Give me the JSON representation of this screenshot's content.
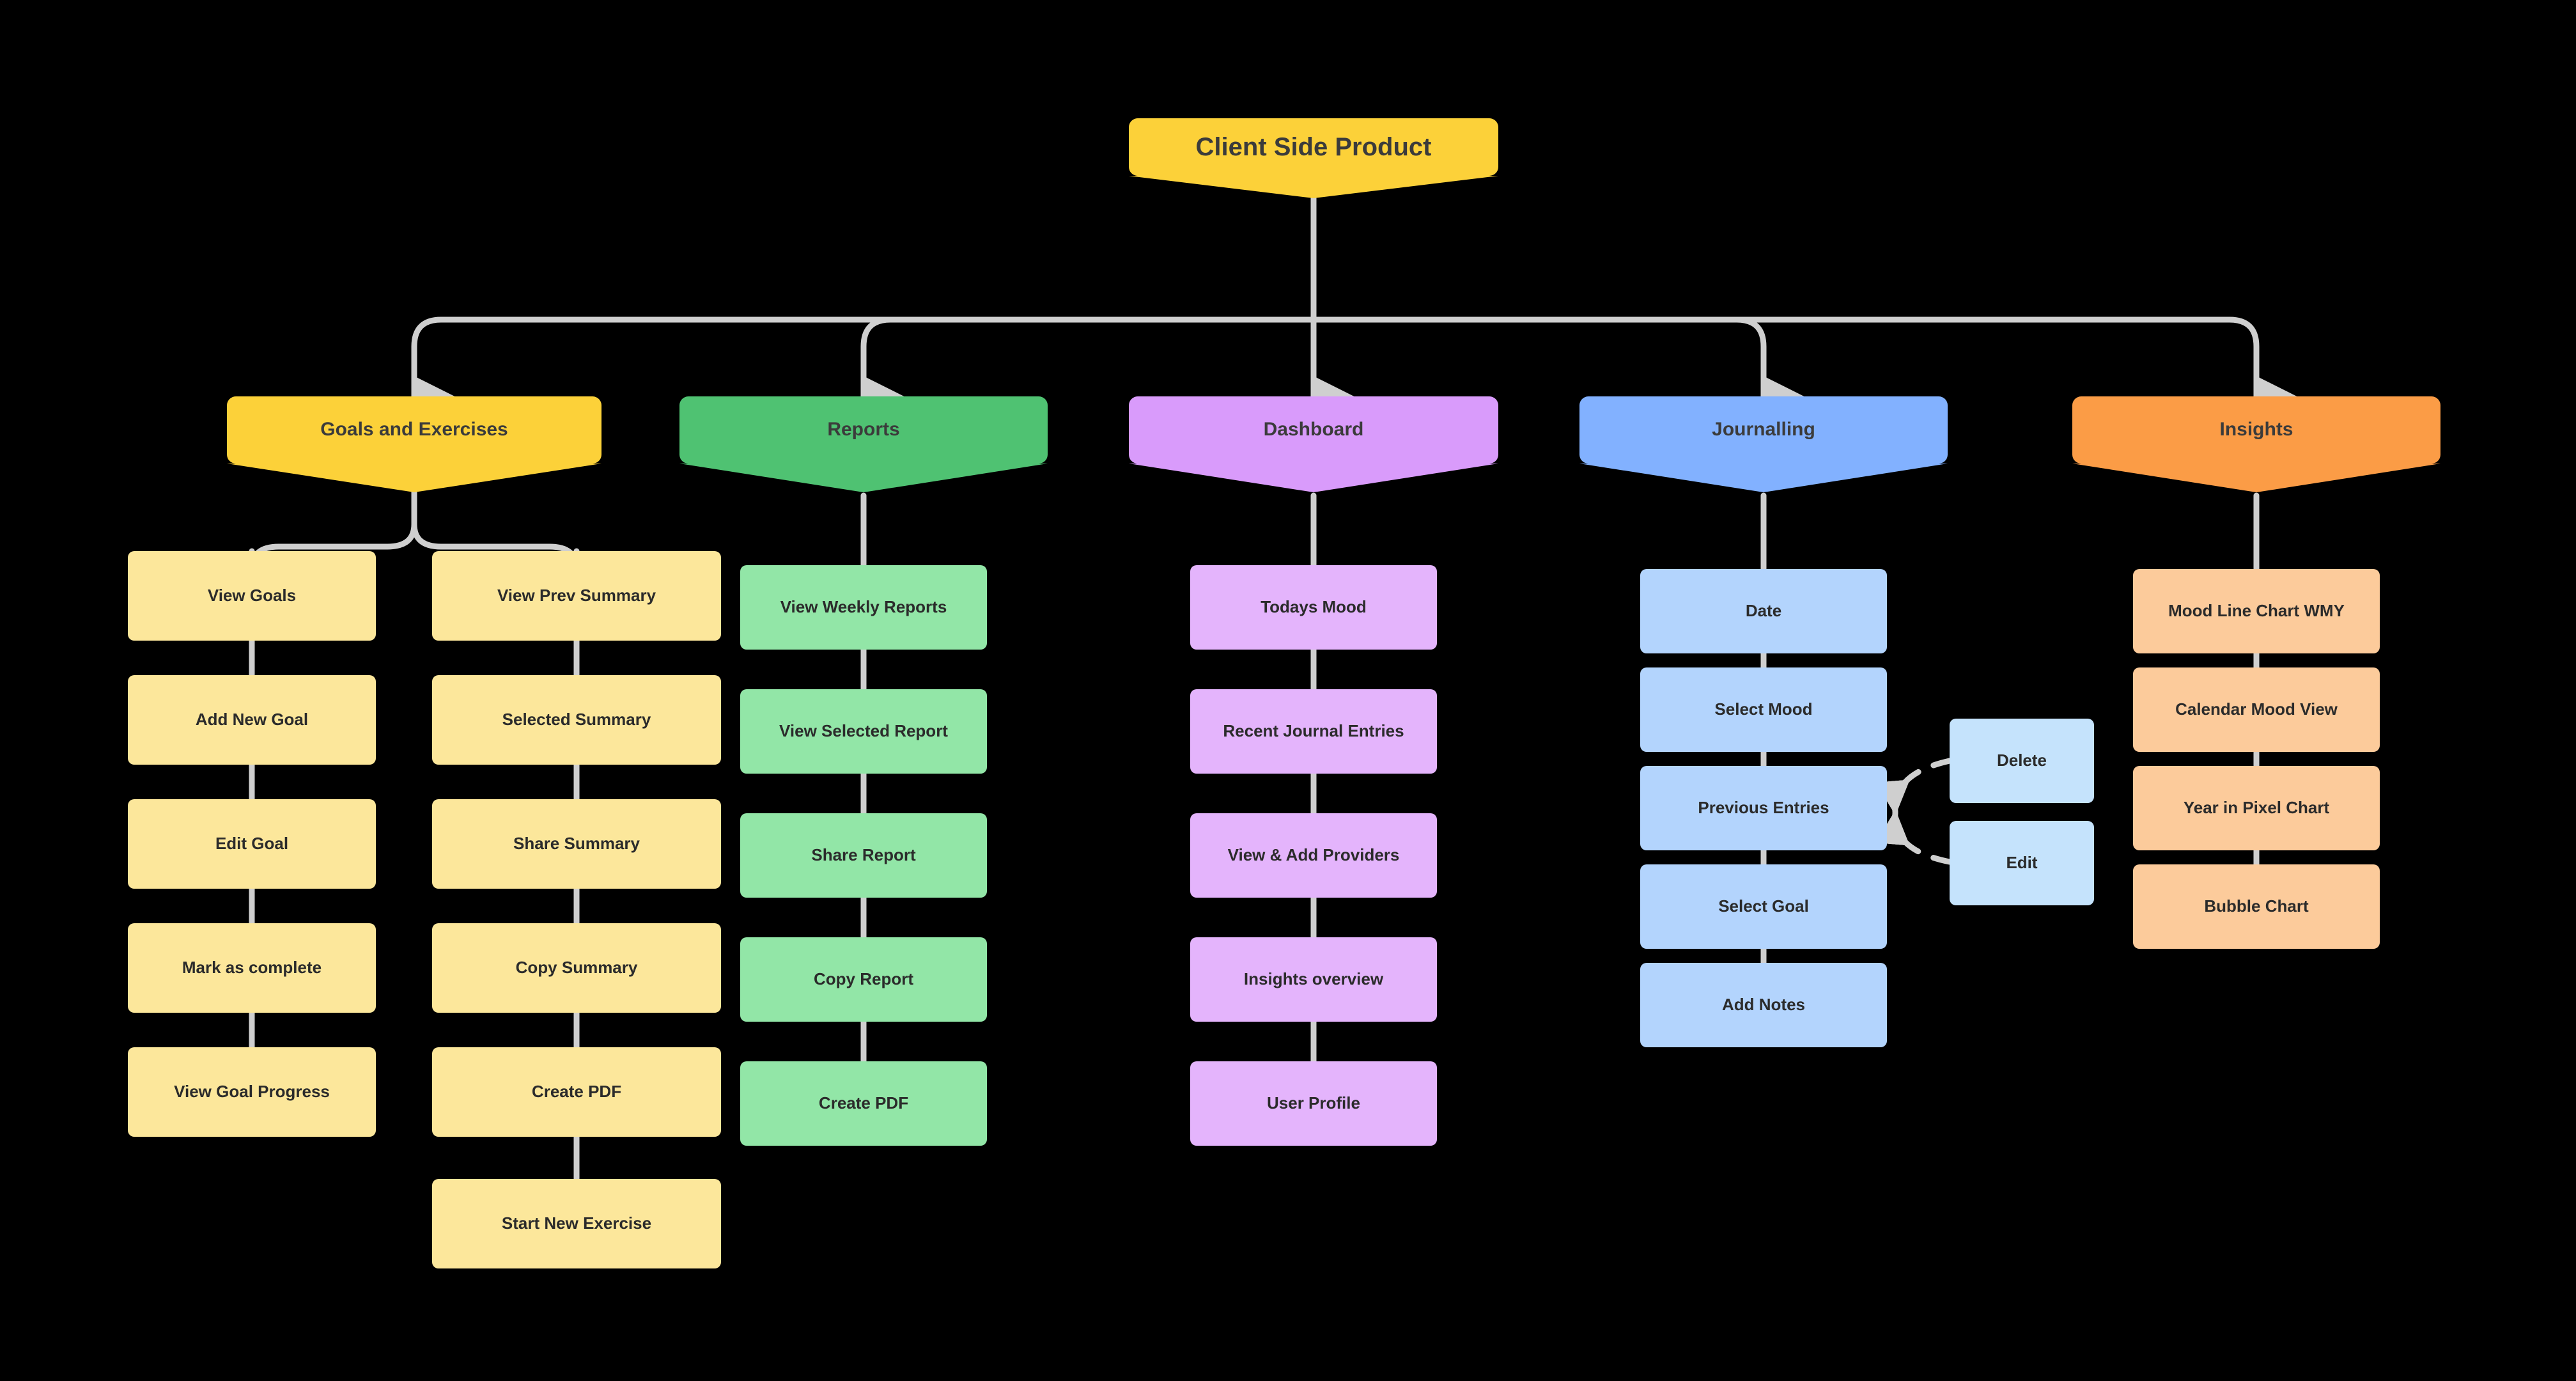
{
  "diagram": {
    "title": "Client Side Product",
    "type": "sitemap-tree",
    "background": "#000000",
    "connector_color": "#cfcfcf",
    "root": {
      "label": "Client Side Product",
      "color": "#FCD139",
      "text_color": "#3b3b3b"
    },
    "branches": [
      {
        "id": "goals",
        "label": "Goals and Exercises",
        "color": "#FCD139",
        "leaf_color": "#FCE79B",
        "columns": [
          {
            "id": "goals-col-1",
            "items": [
              "View Goals",
              "Add New Goal",
              "Edit Goal",
              "Mark as complete",
              "View Goal Progress"
            ]
          },
          {
            "id": "goals-col-2",
            "items": [
              "View Prev Summary",
              "Selected Summary",
              "Share Summary",
              "Copy Summary",
              "Create PDF",
              "Start New Exercise"
            ]
          }
        ]
      },
      {
        "id": "reports",
        "label": "Reports",
        "color": "#4FC272",
        "leaf_color": "#92E6A7",
        "columns": [
          {
            "id": "reports-col-1",
            "items": [
              "View Weekly Reports",
              "View Selected Report",
              "Share Report",
              "Copy Report",
              "Create PDF"
            ]
          }
        ]
      },
      {
        "id": "dashboard",
        "label": "Dashboard",
        "color": "#D99BFB",
        "leaf_color": "#E4B4FC",
        "columns": [
          {
            "id": "dashboard-col-1",
            "items": [
              "Todays Mood",
              "Recent Journal Entries",
              "View & Add Providers",
              "Insights overview",
              "User Profile"
            ]
          }
        ]
      },
      {
        "id": "journalling",
        "label": "Journalling",
        "color": "#82B1FF",
        "leaf_color": "#B3D4FD",
        "columns": [
          {
            "id": "journalling-col-1",
            "items": [
              "Date",
              "Select Mood",
              "Previous Entries",
              "Select Goal",
              "Add Notes"
            ]
          }
        ],
        "side_actions": {
          "target": "Previous Entries",
          "connector_style": "dashed",
          "color": "#C5E3FC",
          "items": [
            "Delete",
            "Edit"
          ]
        }
      },
      {
        "id": "insights",
        "label": "Insights",
        "color": "#FB9C46",
        "leaf_color": "#FCCB9B",
        "columns": [
          {
            "id": "insights-col-1",
            "items": [
              "Mood Line Chart WMY",
              "Calendar Mood View",
              "Year in Pixel Chart",
              "Bubble Chart"
            ]
          }
        ]
      }
    ]
  }
}
